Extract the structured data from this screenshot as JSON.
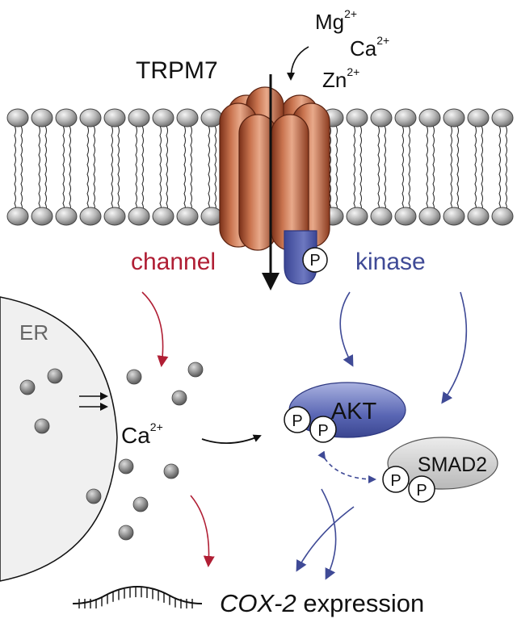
{
  "title": "TRPM7",
  "ions": {
    "mg": {
      "base": "Mg",
      "charge": "2+"
    },
    "ca": {
      "base": "Ca",
      "charge": "2+"
    },
    "zn": {
      "base": "Zn",
      "charge": "2+"
    }
  },
  "labels": {
    "channel": "channel",
    "kinase": "kinase",
    "er": "ER",
    "akt": "AKT",
    "smad2": "SMAD2",
    "phospho": "P",
    "cox2_gene": "COX-2",
    "expression": "expression"
  },
  "cytosolic_ion": {
    "base": "Ca",
    "charge": "2+"
  },
  "colors": {
    "channel_path": "#b01e34",
    "kinase_path": "#3f4a96",
    "akt_fill": "#5966b4",
    "smad2_fill": "#cccccc",
    "channel_protein": "#b0603f",
    "lipid_head": "#a9a9a9",
    "er_fill": "#f0f0f0"
  },
  "icons": [
    "membrane-bilayer",
    "trpm7-channel-icon",
    "kinase-domain-icon",
    "calcium-ion-dot",
    "dna-icon"
  ]
}
